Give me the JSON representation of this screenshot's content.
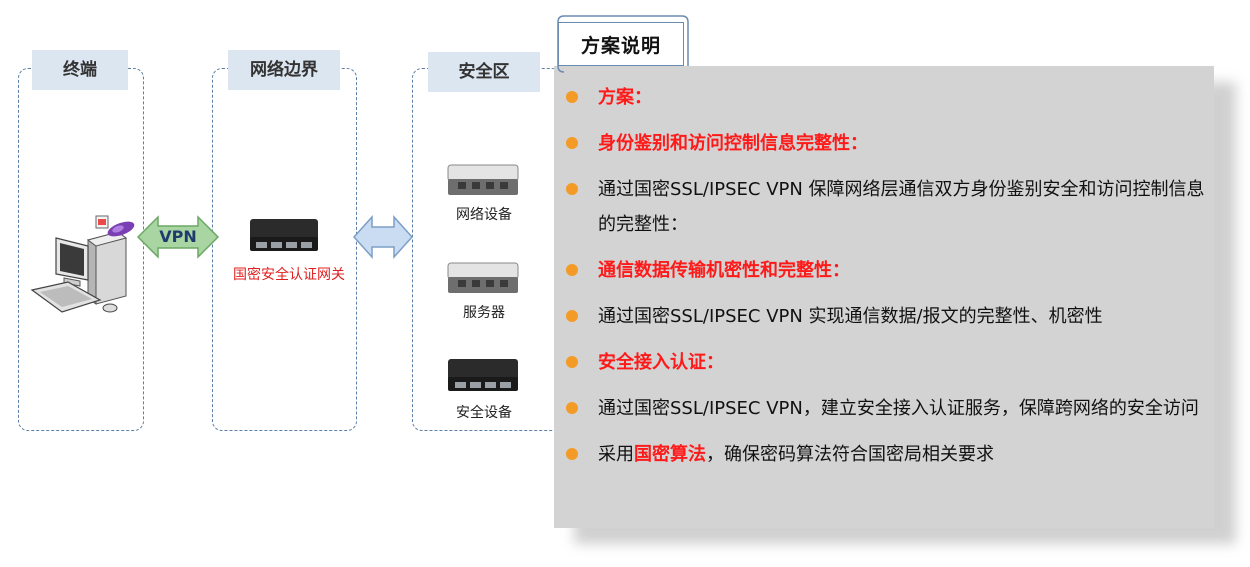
{
  "zones": {
    "terminal": "终端",
    "network_border": "网络边界",
    "security_zone": "安全区"
  },
  "links": {
    "vpn": "VPN"
  },
  "devices": {
    "gateway": "国密安全认证网关",
    "network_device": "网络设备",
    "server": "服务器",
    "security_device": "安全设备"
  },
  "panel": {
    "title": "方案说明",
    "items": [
      {
        "type": "heading",
        "text": "方案："
      },
      {
        "type": "heading",
        "text": "身份鉴别和访问控制信息完整性："
      },
      {
        "type": "text",
        "text": "通过国密SSL/IPSEC VPN 保障网络层通信双方身份鉴别安全和访问控制信息的完整性："
      },
      {
        "type": "heading",
        "text": "通信数据传输机密性和完整性："
      },
      {
        "type": "text",
        "text": "通过国密SSL/IPSEC VPN 实现通信数据/报文的完整性、机密性"
      },
      {
        "type": "heading",
        "text": "安全接入认证："
      },
      {
        "type": "text",
        "text": "通过国密SSL/IPSEC VPN，建立安全接入认证服务，保障跨网络的安全访问"
      }
    ],
    "last_item": {
      "prefix": "采用",
      "highlight": "国密算法",
      "suffix": "，确保密码算法符合国密局相关要求"
    }
  },
  "colors": {
    "bullet": "#f39b26",
    "heading_red": "#ff1a1a",
    "zone_border": "#5b7fa6",
    "zone_label_bg": "#dce6f1",
    "panel_bg": "#d3d3d3",
    "vpn_arrow": "#8bc48b",
    "link_arrow": "#aecbea"
  },
  "icons": {
    "terminal": "computer-icon",
    "key": "usb-key-icon",
    "devices": "network-switch-icon"
  }
}
